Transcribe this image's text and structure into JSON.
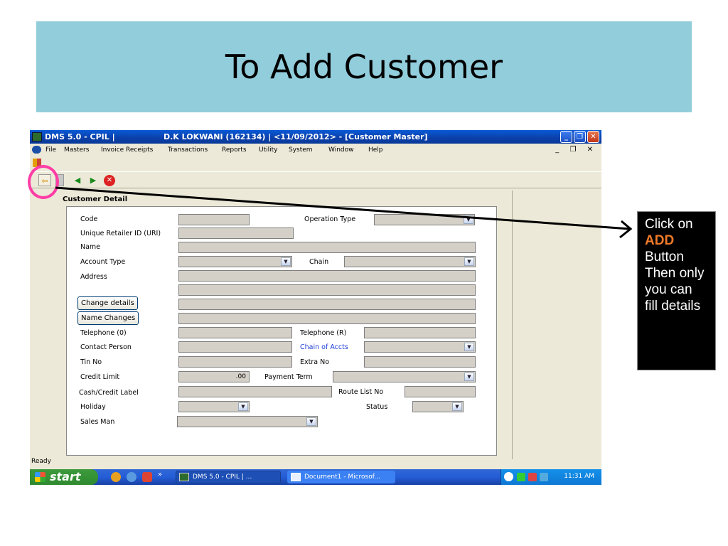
{
  "slide": {
    "title": "To Add Customer",
    "title_band_color": "#92cddc"
  },
  "window": {
    "title_left": "DMS 5.0 - CPIL   |",
    "title_right": "D.K LOKWANI (162134)  |   <11/09/2012>   - [Customer Master]",
    "controls": [
      "_",
      "❐",
      "✕"
    ]
  },
  "menu": {
    "items": [
      "File",
      "Masters",
      "Invoice Receipts",
      "Transactions",
      "Reports",
      "Utility",
      "System",
      "Window",
      "Help"
    ],
    "mdi_controls": "_ ❐ ✕"
  },
  "toolbar": {
    "add": "⇦",
    "prev": "◀",
    "next": "▶",
    "cancel": "✕"
  },
  "form": {
    "title": "Customer Detail",
    "labels": {
      "code": "Code",
      "uri": "Unique Retailer ID (URI)",
      "name": "Name",
      "account_type": "Account Type",
      "address": "Address",
      "telephone_o": "Telephone (0)",
      "contact_person": "Contact Person",
      "tin_no": "Tin No",
      "credit_limit": "Credit Limit",
      "cash_credit_label": "Cash/Credit Label",
      "holiday": "Holiday",
      "sales_man": "Sales Man",
      "operation_type": "Operation Type",
      "chain": "Chain",
      "telephone_r": "Telephone (R)",
      "chain_of_accts": "Chain of Accts",
      "extra_no": "Extra No",
      "payment_term": "Payment Term",
      "route_list_no": "Route List No",
      "status": "Status"
    },
    "buttons": {
      "change_details": "Change details",
      "name_changes": "Name Changes"
    },
    "values": {
      "credit_limit": ".00"
    }
  },
  "status_bar": {
    "text": "Ready"
  },
  "taskbar": {
    "start_label": "start",
    "more": "»",
    "task1": "DMS 5.0 - CPIL   |    ...",
    "task2": "Document1 - Microsof...",
    "clock": "11:31 AM"
  },
  "callout": {
    "line1": "Click on",
    "accent": "ADD",
    "rest": "Button Then only you can fill details",
    "accent_color": "#f07b28"
  },
  "annotation": {
    "circle_color": "#ff3ea5"
  }
}
